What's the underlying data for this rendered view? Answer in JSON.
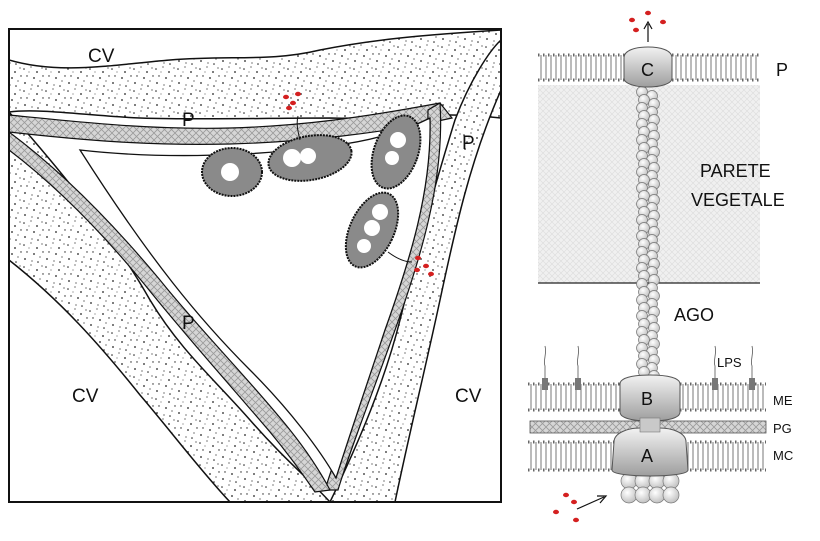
{
  "left_panel": {
    "labels": {
      "cv_top": "CV",
      "cv_left": "CV",
      "cv_right": "CV",
      "p_top": "P",
      "p_right": "P",
      "p_left": "P"
    }
  },
  "right_panel": {
    "labels": {
      "p": "P",
      "c": "C",
      "wall_line1": "PARETE",
      "wall_line2": "VEGETALE",
      "ago": "AGO",
      "lps": "LPS",
      "b": "B",
      "a": "A",
      "me": "ME",
      "pg": "PG",
      "mc": "MC"
    }
  },
  "colors": {
    "effector_dots": "#d42020",
    "wall_fill": "#d9d9d9",
    "cytoplasm_fill": "#8a8a8a"
  }
}
